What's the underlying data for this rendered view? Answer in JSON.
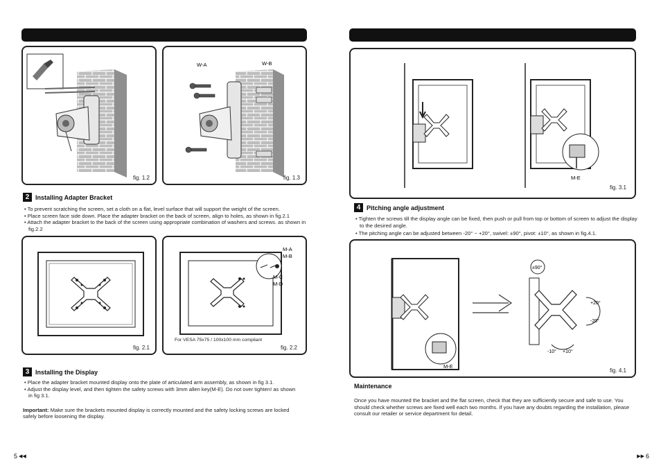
{
  "left_page": {
    "fig_1_2_caption": "fig. 1.2",
    "fig_1_3_caption": "fig. 1.3",
    "fig_1_3_labels": {
      "wa": "W-A",
      "wb": "W-B"
    },
    "section2": {
      "number": "2",
      "title": "Installing Adapter Bracket",
      "bullets": [
        "• To prevent scratching the screen, set a cloth on a flat, level surface that will support the weight of the screen.",
        "• Place screen face side down. Place the adapter bracket  on the back of screen, align to holes, as shown in fig.2.1",
        "• Attach the adapter bracket to the back of the  screen using appropriate combination of washers and screws. as shown in fig.2.2"
      ]
    },
    "fig_2_1_caption": "fig. 2.1",
    "fig_2_2_caption": "fig. 2.2",
    "fig_2_2_labels": {
      "ma": "M-A",
      "mb": "M-B",
      "mc": "M-C",
      "md": "M-D"
    },
    "fig_2_2_note": "For VESA 75x75 / 100x100 mm compliant",
    "section3": {
      "number": "3",
      "title": "Installing  the  Display",
      "bullets": [
        "• Place the adapter bracket mounted display onto the plate of articulated arm assembly, as shown in fig 3.1.",
        "• Adjust the display level, and then tighten the safety screws with 3mm allen key(M-E). Do not over tighten! as shown in fig 3.1."
      ],
      "important_label": "Important:",
      "important_text": " Make sure the brackets mounted display is correctly mounted and the safety locking screws are locked safely before loosening the display."
    },
    "page_number": "5"
  },
  "right_page": {
    "fig_3_1_caption": "fig. 3.1",
    "fig_3_1_label": "M-E",
    "section4": {
      "number": "4",
      "title": "Pitching angle adjustment",
      "bullets": [
        "Tighten the screws till the display angle can be fixed, then push or pull from top or bottom of screen to adjust the display to the desired angle.",
        "The pitching angle can be adjusted between -20° ~ +20°, swivel: ±90°, pivot: ±10°, as shown in fig.4.1."
      ]
    },
    "fig_4_1_caption": "fig. 4.1",
    "fig_4_1_labels": {
      "me": "M-E",
      "swivel": "±90°",
      "up": "+20°",
      "down": "-20°",
      "left": "-10°",
      "right": "+10°"
    },
    "maintenance": {
      "title": "Maintenance",
      "text": "Once you have mounted the bracket and the flat screen, check that they are sufficiently secure and safe to use. You should check whether screws are fixed well each two months. If you have any doubts regarding the installation, please consult our retailer or service department for detail."
    },
    "page_number": "6"
  }
}
